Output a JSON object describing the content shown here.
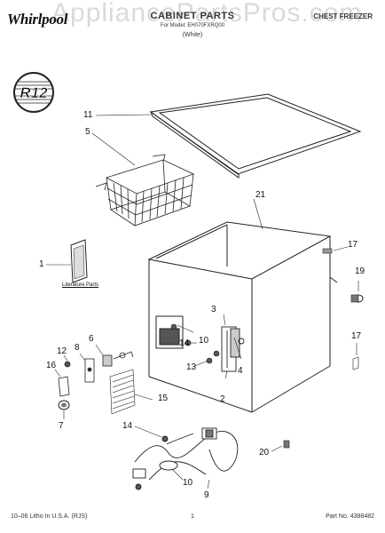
{
  "header": {
    "brand": "Whirlpool",
    "title": "CABINET PARTS",
    "subtitle": "For Model: EH070FXRQ00",
    "color": "(White)",
    "product_type": "CHEST FREEZER",
    "watermark": "AppliancePartsPros.com"
  },
  "footer": {
    "left": "10–06 Litho In U.S.A. (RJS)",
    "page": "1",
    "part_no": "Part No. 4388482"
  },
  "badge": {
    "text": "R12"
  },
  "literature_label": "Literature Parts",
  "callouts": [
    "11",
    "5",
    "21",
    "17",
    "1",
    "19",
    "3",
    "12",
    "8",
    "6",
    "14",
    "10",
    "13",
    "4",
    "16",
    "15",
    "2",
    "7",
    "14",
    "20",
    "10",
    "9",
    "17"
  ]
}
